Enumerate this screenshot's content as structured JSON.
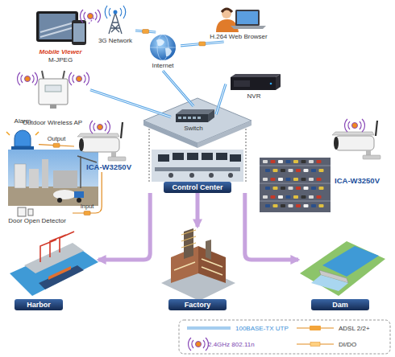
{
  "diagram": {
    "nodes": [
      {
        "text": [
          "Mobile Viewer",
          "M-JPEG"
        ]
      },
      {
        "text": [
          "3G Network"
        ]
      },
      {
        "text": [
          "H.264 Web Browser"
        ]
      },
      {
        "text": [
          "Internet"
        ]
      },
      {
        "text": [
          "NVR"
        ]
      },
      {
        "text": [
          "Outdoor Wireless AP"
        ]
      },
      {
        "text": [
          "Control Center"
        ]
      },
      {
        "text": [
          "Switch"
        ],
        "in": 6
      },
      {
        "text": [
          "Alarm"
        ]
      },
      {
        "text": [
          "Door Open Detector"
        ]
      },
      {
        "text": [
          "ICA-W3250V"
        ]
      },
      {
        "text": [
          "ICA-W3250V"
        ]
      },
      {
        "text": [
          "Harbor"
        ]
      },
      {
        "text": [
          "Factory"
        ]
      },
      {
        "text": [
          "Dam"
        ]
      }
    ],
    "edges": [
      {
        "from": 0,
        "to": 1,
        "arrow": "none"
      },
      {
        "from": 1,
        "to": 3,
        "arrow": "none"
      },
      {
        "from": 2,
        "to": 3,
        "arrow": "none"
      },
      {
        "from": 3,
        "to": 7,
        "arrow": "none"
      },
      {
        "from": 4,
        "to": 7,
        "arrow": "none"
      },
      {
        "from": 5,
        "to": 7,
        "arrow": "none"
      },
      {
        "from": 10,
        "to": 8,
        "label": "Output",
        "arrow": "none"
      },
      {
        "from": 9,
        "to": 10,
        "label": "Input",
        "arrow": "none"
      },
      {
        "from": 6,
        "to": 12,
        "arrow": "to"
      },
      {
        "from": 6,
        "to": 13,
        "arrow": "to"
      },
      {
        "from": 6,
        "to": 14,
        "arrow": "to"
      }
    ],
    "legend": [
      {
        "text": "100BASE-TX UTP"
      },
      {
        "text": "ADSL 2/2+"
      },
      {
        "text": "2.4GHz 802.11n"
      },
      {
        "text": "DI/DO"
      }
    ]
  }
}
